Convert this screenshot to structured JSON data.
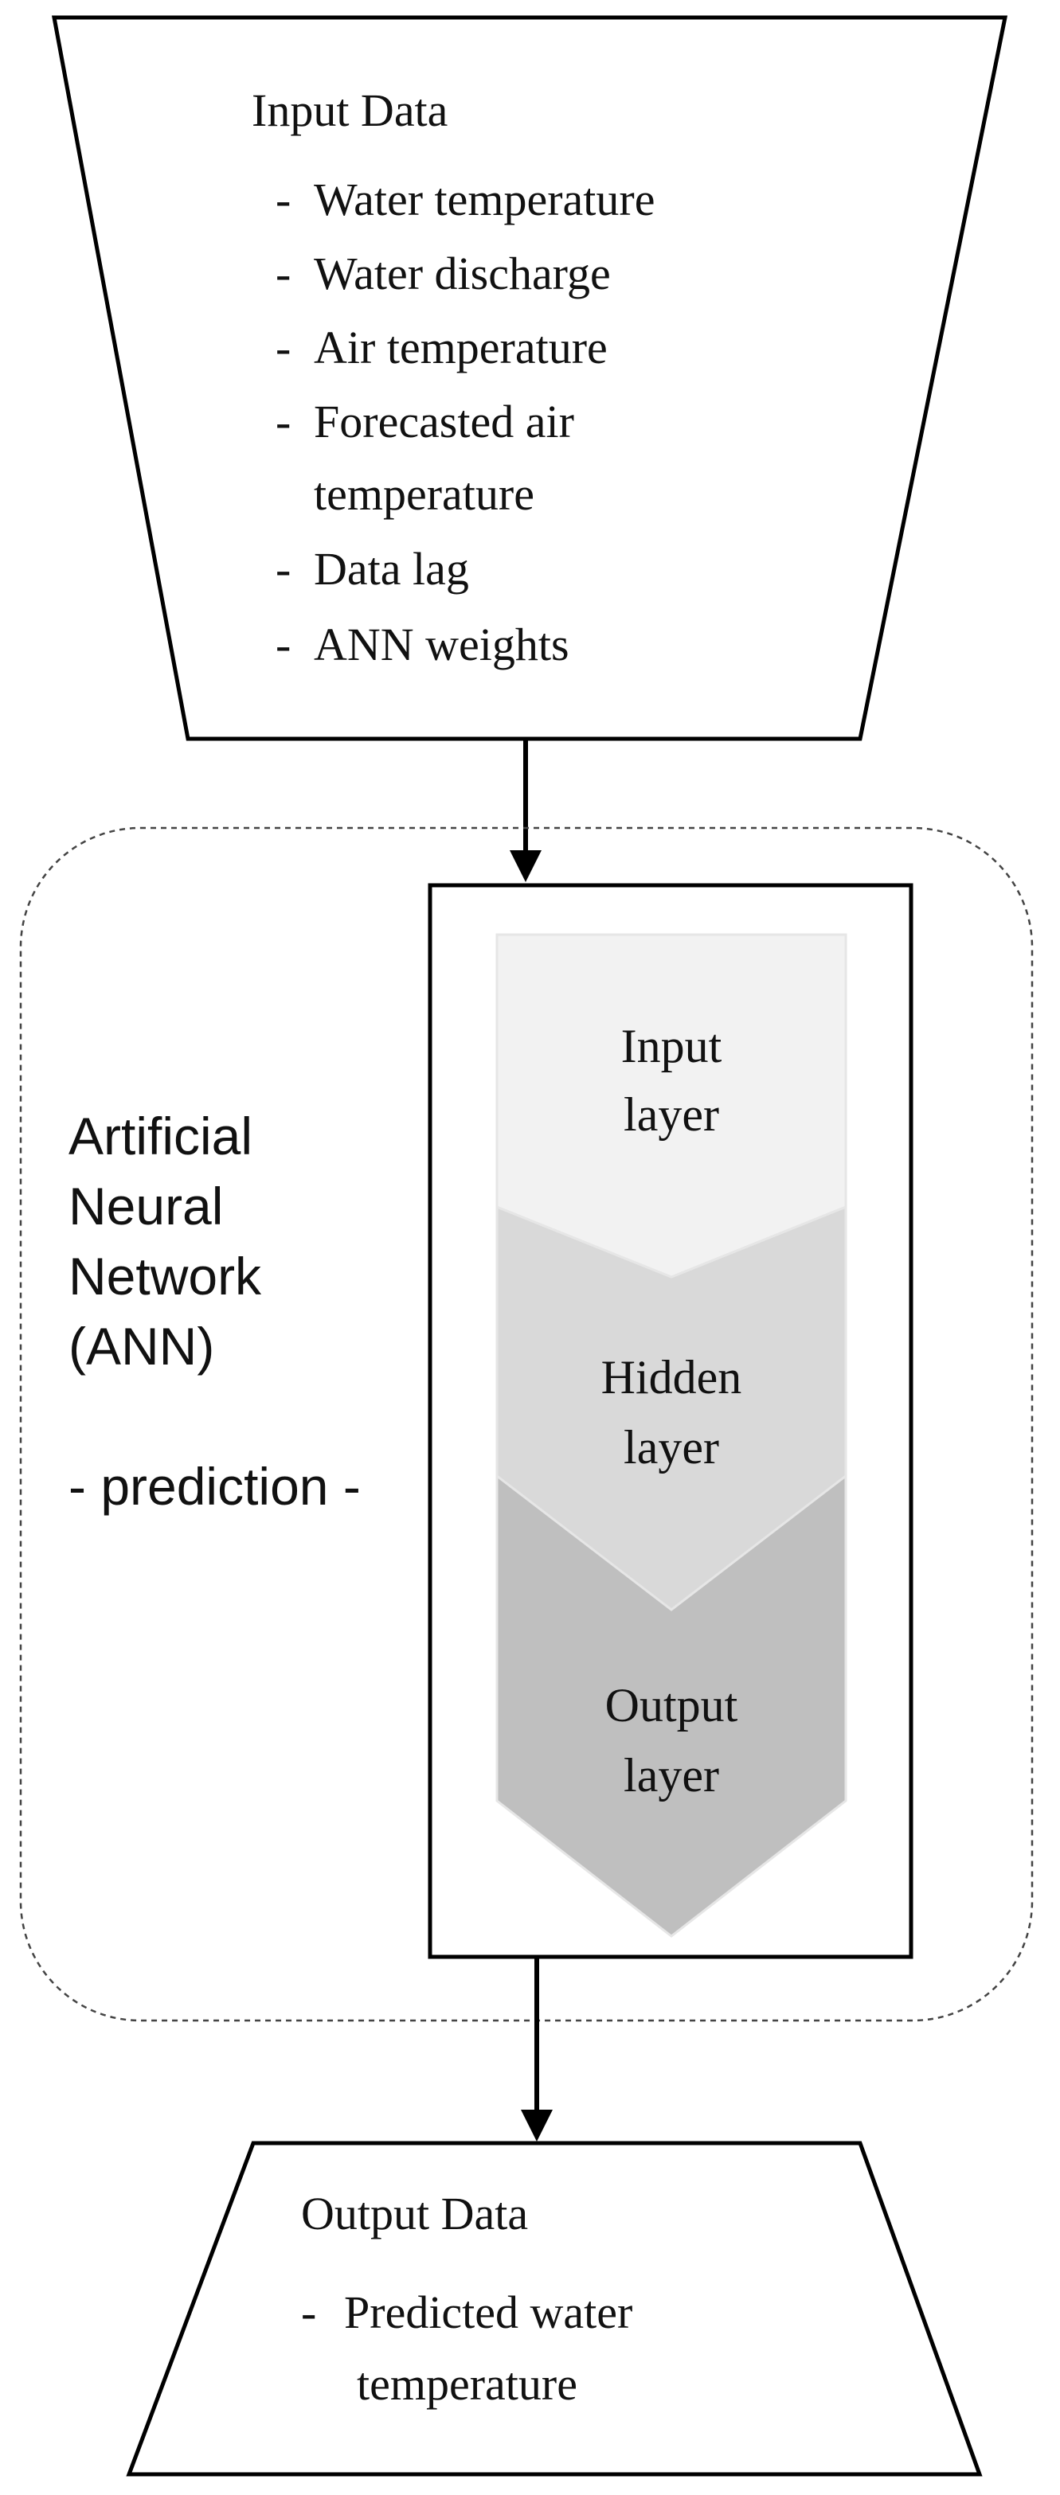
{
  "input_data": {
    "title": "Input Data",
    "bullet": "-",
    "items": [
      {
        "lines": [
          "Water temperature"
        ]
      },
      {
        "lines": [
          "Water discharge"
        ]
      },
      {
        "lines": [
          "Air temperature"
        ]
      },
      {
        "lines": [
          "Forecasted air",
          "temperature"
        ]
      },
      {
        "lines": [
          "Data lag"
        ]
      },
      {
        "lines": [
          "ANN weights"
        ]
      }
    ]
  },
  "ann": {
    "label_lines": [
      "Artificial",
      "Neural",
      "Network",
      "(ANN)"
    ],
    "subtitle": "- prediction -",
    "layers": [
      {
        "lines": [
          "Input",
          "layer"
        ],
        "color": "#f2f2f2"
      },
      {
        "lines": [
          "Hidden",
          "layer"
        ],
        "color": "#d9d9d9"
      },
      {
        "lines": [
          "Output",
          "layer"
        ],
        "color": "#bfbfbf"
      }
    ]
  },
  "output_data": {
    "title": "Output Data",
    "bullet": "-",
    "item_lines": [
      "Predicted water",
      "temperature"
    ]
  }
}
